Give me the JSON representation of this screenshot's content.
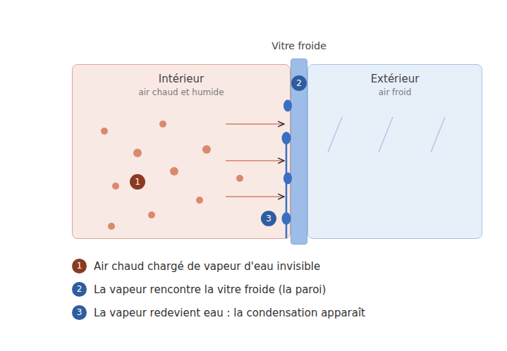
{
  "diagram": {
    "nodes": [
      {
        "text": [
          "Intérieur",
          "air chaud et humide"
        ]
      },
      {
        "text": [
          "1"
        ],
        "in": 0
      },
      {
        "text": [
          "3"
        ],
        "in": 0
      },
      {
        "text": [
          "Vitre froide"
        ]
      },
      {
        "text": [
          "2"
        ],
        "in": 3
      },
      {
        "text": [
          "Extérieur",
          "air froid"
        ]
      }
    ],
    "labels": [
      "1",
      "2",
      "3"
    ],
    "legend": [
      {
        "text": "Air chaud chargé de vapeur d'eau invisible",
        "color": "#8b3a22"
      },
      {
        "text": "La vapeur rencontre la vitre froide (la paroi)",
        "color": "#2e5c9e"
      },
      {
        "text": "La vapeur redevient eau : la condensation apparaît",
        "color": "#2e5c9e"
      }
    ]
  }
}
